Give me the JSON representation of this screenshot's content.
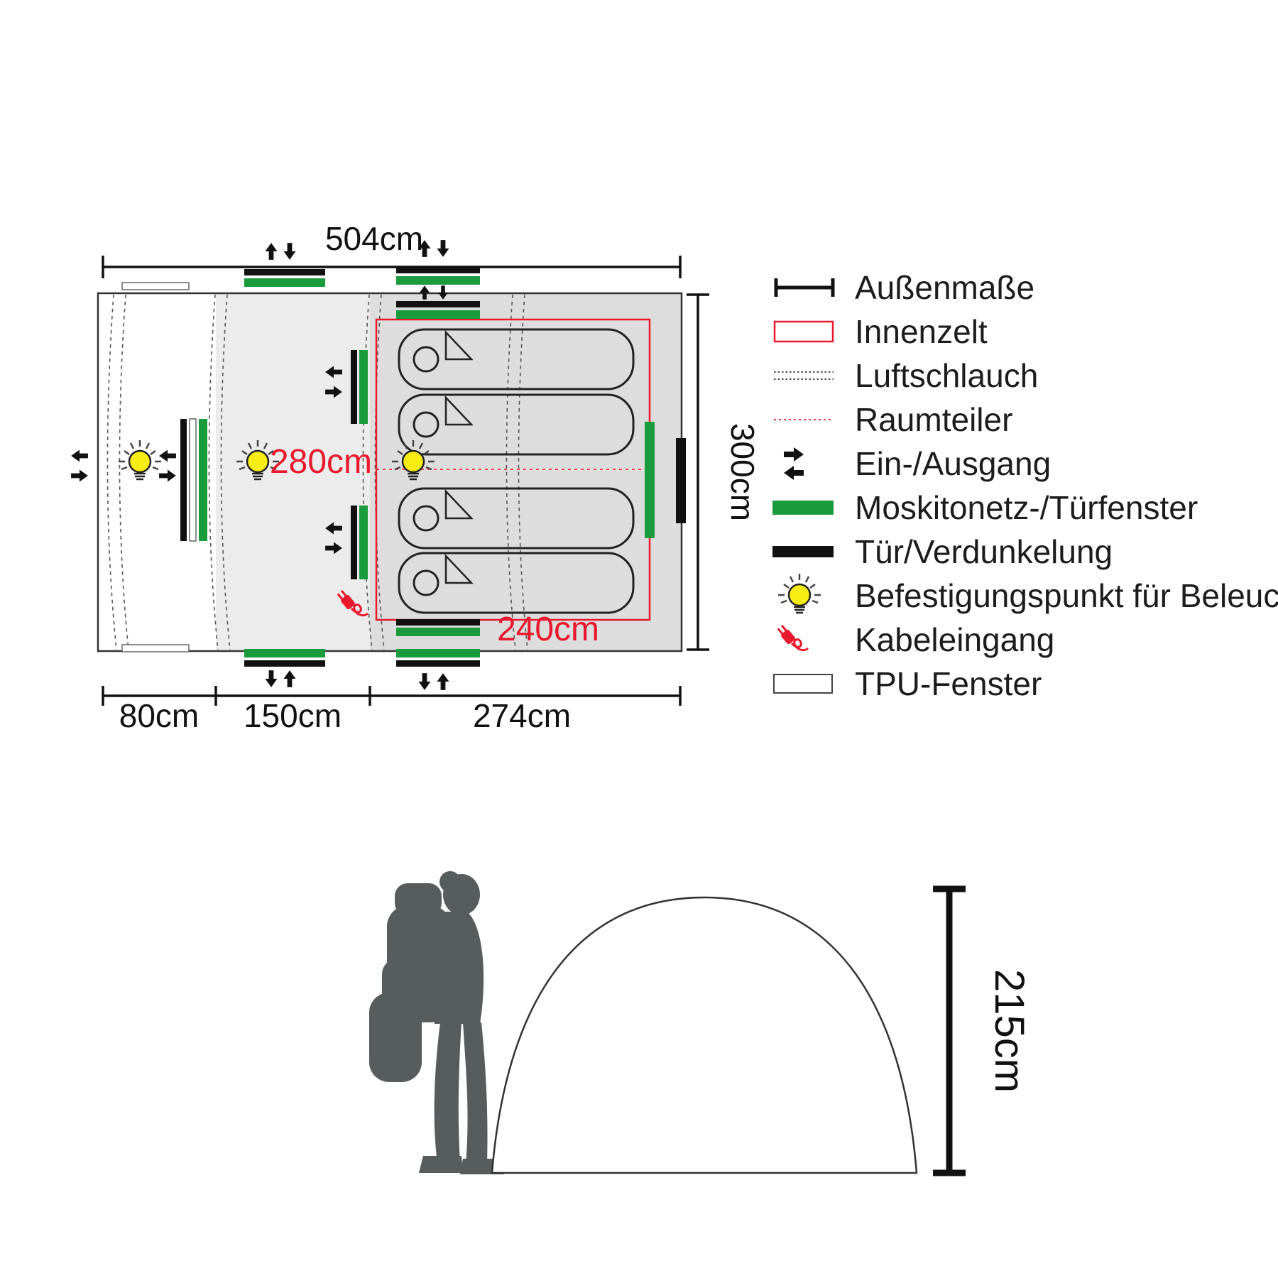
{
  "floor_plan": {
    "outer_width": "504cm",
    "outer_depth": "300cm",
    "porch_depth": "80cm",
    "mid_depth": "150cm",
    "cabin_depth": "274cm",
    "inner_width": "280cm",
    "inner_depth": "240cm"
  },
  "side_view": {
    "peak_height": "215cm"
  },
  "legend": {
    "items": [
      {
        "icon": "outer-dimensions-icon",
        "label": "Außenmaße"
      },
      {
        "icon": "inner-tent-icon",
        "label": "Innenzelt"
      },
      {
        "icon": "air-tube-icon",
        "label": "Luftschlauch"
      },
      {
        "icon": "room-divider-icon",
        "label": "Raumteiler"
      },
      {
        "icon": "entrance-exit-icon",
        "label": "Ein-/Ausgang"
      },
      {
        "icon": "mosquito-net-window-icon",
        "label": "Moskitonetz-/Türfenster"
      },
      {
        "icon": "door-blackout-icon",
        "label": "Tür/Verdunkelung"
      },
      {
        "icon": "lighting-attachment-icon",
        "label": "Befestigungspunkt für Beleuchtung"
      },
      {
        "icon": "cable-entry-icon",
        "label": "Kabeleingang"
      },
      {
        "icon": "tpu-window-icon",
        "label": "TPU-Fenster"
      }
    ]
  },
  "colors": {
    "accent_red": "#e8192c",
    "net_green": "#1a9b3c",
    "bulb_yellow": "#f7ec13",
    "door_black": "#111111",
    "silhouette_gray": "#575d5c"
  }
}
